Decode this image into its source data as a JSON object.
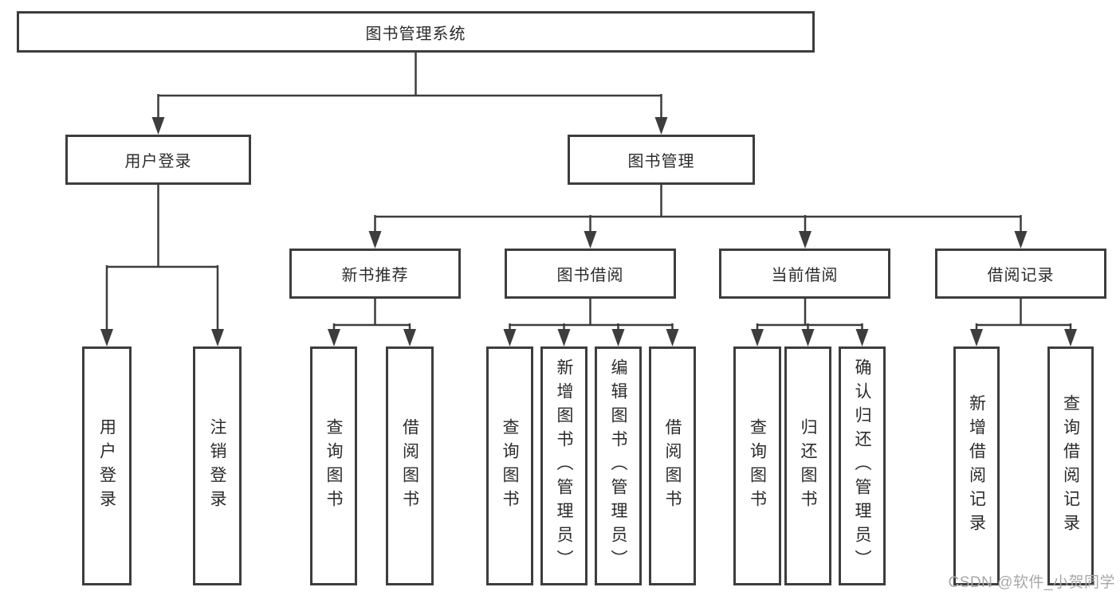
{
  "diagram": {
    "root": {
      "label": "图书管理系统"
    },
    "branches": [
      {
        "label": "用户登录",
        "children": [
          "用户登录",
          "注销登录"
        ]
      },
      {
        "label": "图书管理",
        "children": [
          {
            "label": "新书推荐",
            "children": [
              "查询图书",
              "借阅图书"
            ]
          },
          {
            "label": "图书借阅",
            "children": [
              "查询图书",
              "新增图书（管理员）",
              "编辑图书（管理员）",
              "借阅图书"
            ]
          },
          {
            "label": "当前借阅",
            "children": [
              "查询图书",
              "归还图书",
              "确认归还（管理员）"
            ]
          },
          {
            "label": "借阅记录",
            "children": [
              "新增借阅记录",
              "查询借阅记录"
            ]
          }
        ]
      }
    ]
  },
  "watermark": {
    "text": "CSDN @软件_小贺同学"
  },
  "colors": {
    "line": "#3d3d3d",
    "text": "#2b2b2b",
    "box_bg": "#ffffff",
    "watermark": "#a8a8a8",
    "bg": "#ffffff"
  }
}
